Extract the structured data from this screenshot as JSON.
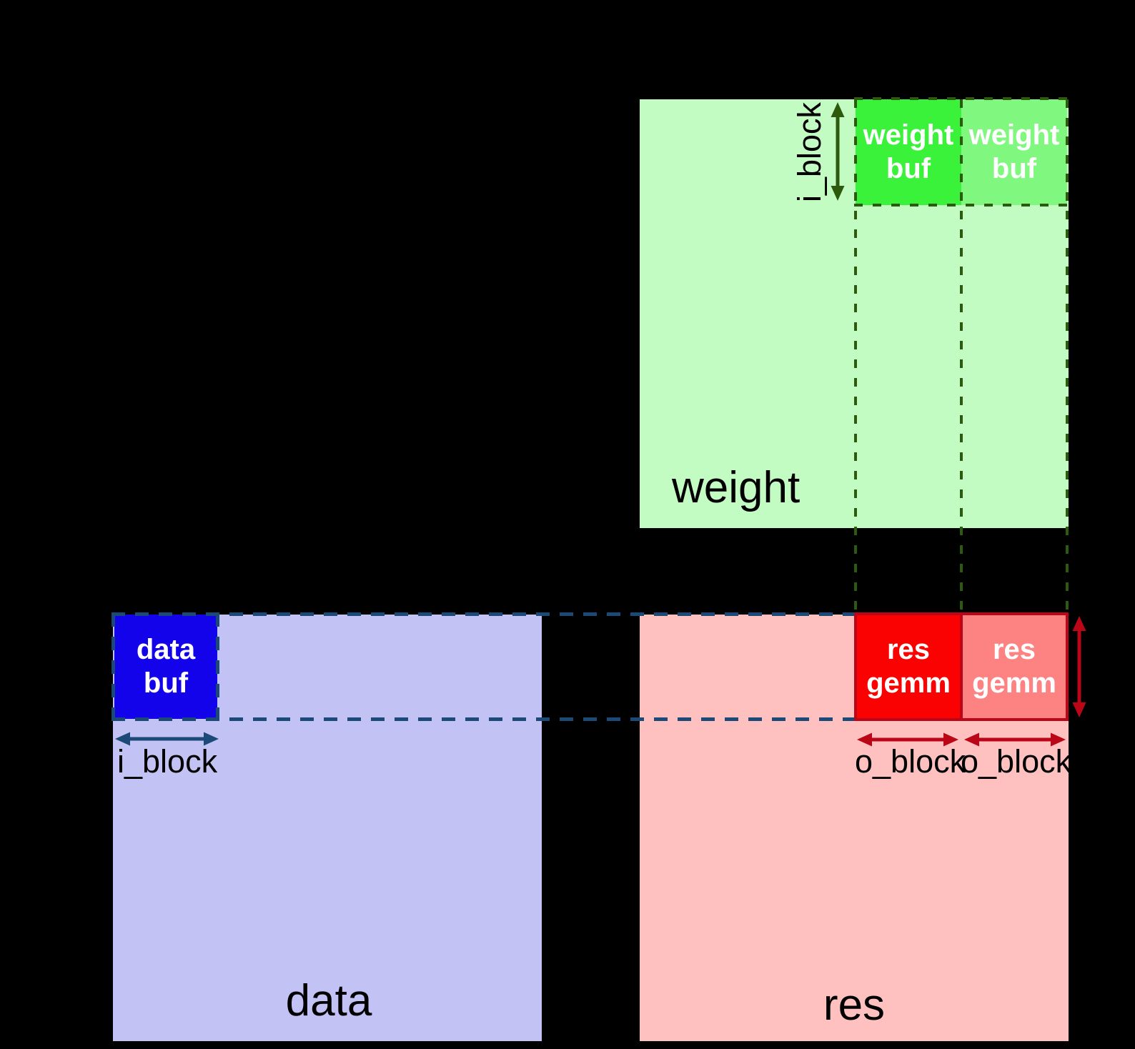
{
  "colors": {
    "background": "#000000",
    "weight_fill": "#c3fcc3",
    "weight_buf1_fill": "#3bf23b",
    "weight_buf2_fill": "#80f880",
    "green_dash": "#2e5a0d",
    "data_fill": "#c3c2f5",
    "data_buf_fill": "#1303ea",
    "navy_dash": "#1b4a78",
    "res_fill": "#ffc0c0",
    "res_gemm1_fill": "#fa0202",
    "res_gemm2_fill": "#fd8282",
    "dark_red": "#bb0617",
    "label_text": "#000000",
    "buf_text": "#ffffff"
  },
  "weight": {
    "label": "weight",
    "buf1": {
      "line1": "weight",
      "line2": "buf"
    },
    "buf2": {
      "line1": "weight",
      "line2": "buf"
    },
    "i_block_label": "i_block"
  },
  "data": {
    "label": "data",
    "buf": {
      "line1": "data",
      "line2": "buf"
    },
    "i_block_label": "i_block"
  },
  "res": {
    "label": "res",
    "gemm1": {
      "line1": "res",
      "line2": "gemm"
    },
    "gemm2": {
      "line1": "res",
      "line2": "gemm"
    },
    "o_block_label_1": "o_block",
    "o_block_label_2": "o_block"
  }
}
